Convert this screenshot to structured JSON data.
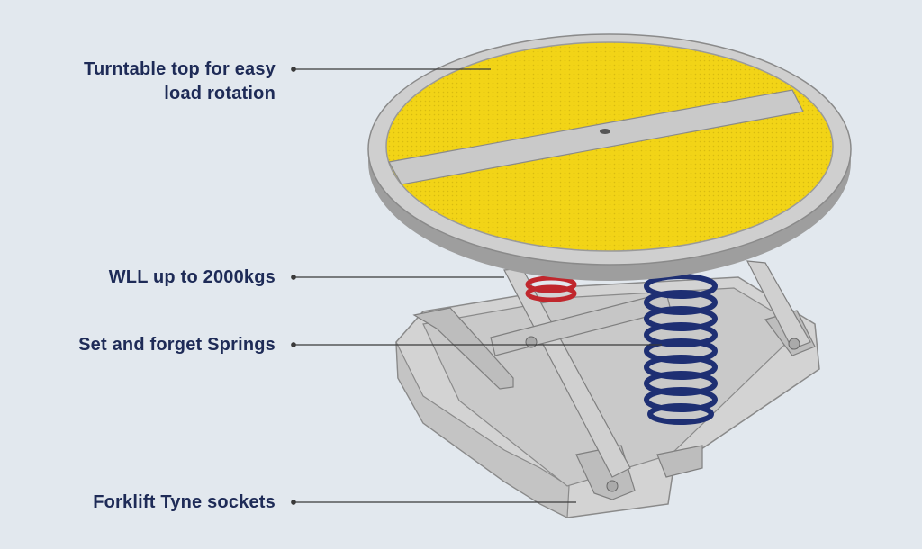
{
  "callouts": {
    "turntable": {
      "line1": "Turntable top for easy",
      "line2": "load rotation"
    },
    "wll": {
      "label": "WLL up to 2000kgs"
    },
    "springs": {
      "label": "Set and forget Springs"
    },
    "forklift": {
      "label": "Forklift Tyne sockets"
    }
  },
  "colors": {
    "background": "#e2e8ee",
    "label_text": "#1e2b57",
    "turntable_surface": "#f2d417",
    "frame_metal": "#c9c9c9",
    "spring_blue": "#1e2f73",
    "spring_red": "#c0272d"
  }
}
